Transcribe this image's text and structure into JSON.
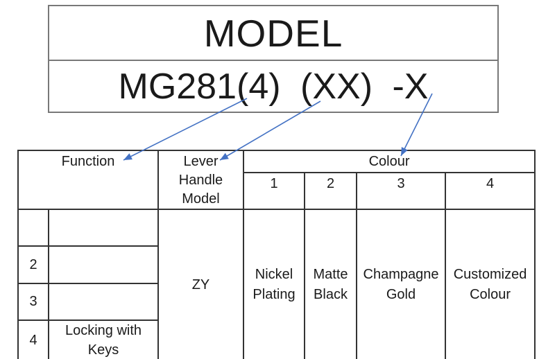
{
  "title_box": {
    "title": "MODEL",
    "model_code": "MG281(4) (XX) -X"
  },
  "table": {
    "function_header": "Function",
    "lever_handle_header": "Lever Handle Model",
    "colour_header": "Colour",
    "colour_numbers": [
      "1",
      "2",
      "3",
      "4"
    ],
    "function_rows": [
      {
        "num": "",
        "desc": ""
      },
      {
        "num": "2",
        "desc": ""
      },
      {
        "num": "3",
        "desc": ""
      },
      {
        "num": "4",
        "desc": "Locking with Keys"
      }
    ],
    "lever_handle_value": "ZY",
    "colour_options": [
      "Nickel Plating",
      "Matte Black",
      "Champagne Gold",
      "Customized Colour"
    ]
  },
  "colors": {
    "arrow": "#4472C4",
    "title_border": "#787878",
    "table_border": "#333333"
  }
}
